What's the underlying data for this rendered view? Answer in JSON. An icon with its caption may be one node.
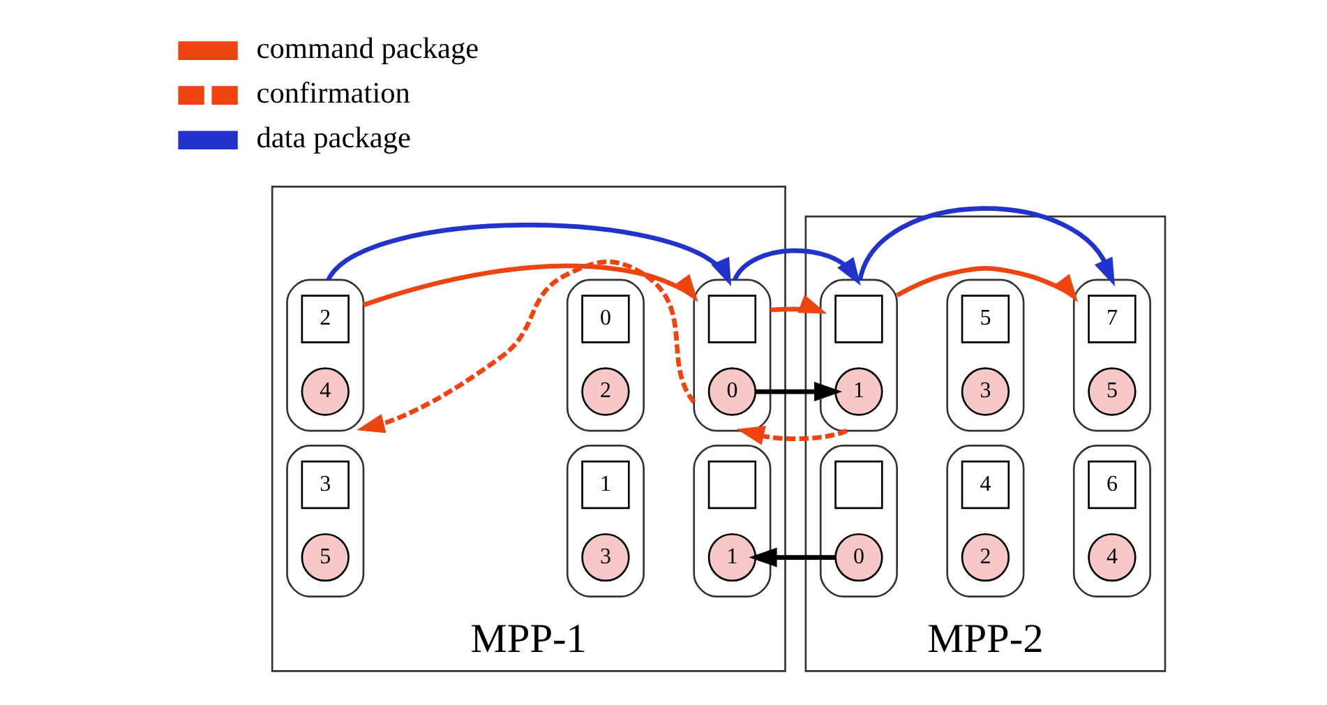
{
  "diagram": {
    "nodes": [
      {
        "text": [
          "MPP-1"
        ]
      },
      {
        "text": [],
        "shape": "box",
        "in": 0
      },
      {
        "text": [
          "2"
        ],
        "in": 1
      },
      {
        "text": [
          "4"
        ],
        "in": 1
      },
      {
        "text": [],
        "shape": "box",
        "in": 0
      },
      {
        "text": [
          "0"
        ],
        "in": 4
      },
      {
        "text": [
          "2"
        ],
        "in": 4
      },
      {
        "text": [],
        "shape": "box",
        "in": 0
      },
      {
        "text": [],
        "shape": "box",
        "in": 7
      },
      {
        "text": [
          "0"
        ],
        "in": 7
      },
      {
        "text": [],
        "shape": "box",
        "in": 0
      },
      {
        "text": [
          "3"
        ],
        "in": 10
      },
      {
        "text": [
          "5"
        ],
        "in": 10
      },
      {
        "text": [],
        "shape": "box",
        "in": 0
      },
      {
        "text": [
          "1"
        ],
        "in": 13
      },
      {
        "text": [
          "3"
        ],
        "in": 13
      },
      {
        "text": [],
        "shape": "box",
        "in": 0
      },
      {
        "text": [],
        "shape": "box",
        "in": 16
      },
      {
        "text": [
          "1"
        ],
        "in": 16
      },
      {
        "text": [
          "MPP-2"
        ]
      },
      {
        "text": [],
        "shape": "box",
        "in": 19
      },
      {
        "text": [],
        "shape": "box",
        "in": 20
      },
      {
        "text": [
          "1"
        ],
        "in": 20
      },
      {
        "text": [],
        "shape": "box",
        "in": 19
      },
      {
        "text": [
          "5"
        ],
        "in": 23
      },
      {
        "text": [
          "3"
        ],
        "in": 23
      },
      {
        "text": [],
        "shape": "box",
        "in": 19
      },
      {
        "text": [
          "7"
        ],
        "in": 26
      },
      {
        "text": [
          "5"
        ],
        "in": 26
      },
      {
        "text": [],
        "shape": "box",
        "in": 19
      },
      {
        "text": [],
        "shape": "box",
        "in": 29
      },
      {
        "text": [
          "0"
        ],
        "in": 29
      },
      {
        "text": [],
        "shape": "box",
        "in": 19
      },
      {
        "text": [
          "4"
        ],
        "in": 32
      },
      {
        "text": [
          "2"
        ],
        "in": 32
      },
      {
        "text": [],
        "shape": "box",
        "in": 19
      },
      {
        "text": [
          "6"
        ],
        "in": 35
      },
      {
        "text": [
          "4"
        ],
        "in": 35
      }
    ],
    "edges": [
      {
        "from": 1,
        "to": 7,
        "arrow": "to"
      },
      {
        "from": 1,
        "to": 7,
        "arrow": "to",
        "color": "#2233cc"
      },
      {
        "from": 7,
        "to": 20,
        "arrow": "to"
      },
      {
        "from": 7,
        "to": 20,
        "arrow": "to",
        "color": "#2233cc"
      },
      {
        "from": 20,
        "to": 26,
        "arrow": "to"
      },
      {
        "from": 20,
        "to": 26,
        "arrow": "to",
        "color": "#2233cc"
      },
      {
        "from": 20,
        "to": 7,
        "arrow": "to",
        "style": "dashed"
      },
      {
        "from": 7,
        "to": 1,
        "arrow": "to",
        "style": "dashed"
      },
      {
        "from": 9,
        "to": 22,
        "arrow": "to",
        "color": "#000000"
      },
      {
        "from": 31,
        "to": 18,
        "arrow": "to",
        "color": "#000000"
      }
    ],
    "legend": [
      {
        "text": "command package"
      },
      {
        "text": "confirmation"
      },
      {
        "text": "data package"
      }
    ]
  }
}
